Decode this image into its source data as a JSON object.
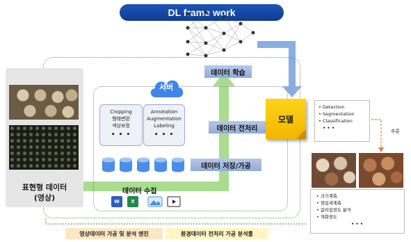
{
  "title": "DL frame work",
  "stages": {
    "training": "데이터 학습",
    "preprocessing": "데이터 전처리",
    "storage": "데이터 저장/가공",
    "collection": "데이터 수집"
  },
  "server": {
    "label": "서버"
  },
  "preprocess_box": {
    "lines": [
      "Cropping",
      "형태변환",
      "색상보정"
    ],
    "dots": "• • •"
  },
  "annotation_box": {
    "lines": [
      "Annotation",
      "Augmentation",
      "Labeling"
    ],
    "dots": "• • •"
  },
  "phenotype": {
    "line1": "표현형 데이터",
    "line2": "(영상)"
  },
  "model": {
    "label": "모델"
  },
  "tasks": [
    "• Detection",
    "• Segmentation",
    "• Classification"
  ],
  "tasks_dots": "• • •",
  "inference": "추론",
  "measurements": [
    "• 크기계측",
    "• 생김새계측",
    "• 갈라짐정도 분석",
    "• 개화정도"
  ],
  "measurements_dots": "• • •",
  "bottom": {
    "left": "영상데이터 가공 및 분석 엔진",
    "right": "환경데이터 전처리 가공 분석툴"
  },
  "file_icons": [
    "W",
    "X"
  ],
  "colors": {
    "banner": "#1d55b8",
    "model": "#ffd21a",
    "arrow_blue": "#8aaee0",
    "arrow_green": "#a9dc8f"
  }
}
